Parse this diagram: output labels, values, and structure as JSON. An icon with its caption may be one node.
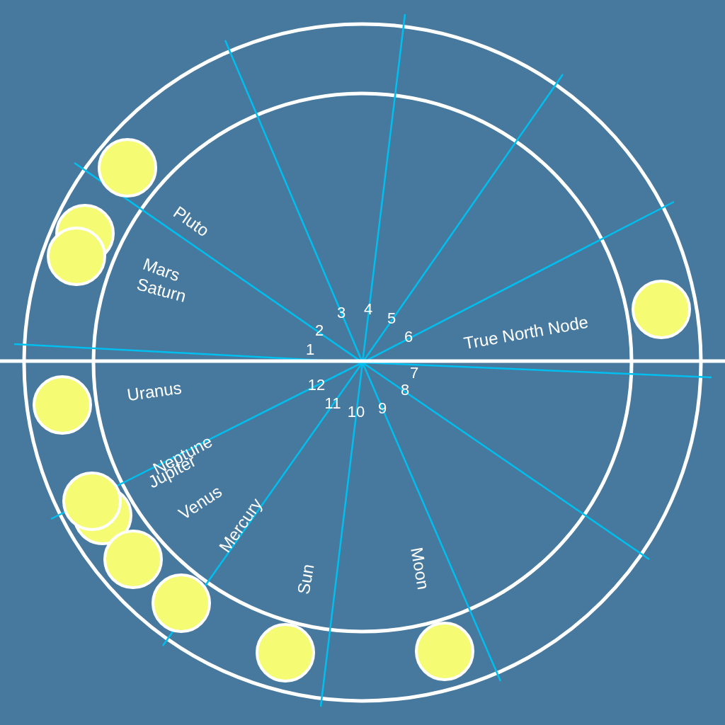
{
  "diagram": {
    "labels": [
      "Pluto",
      "Mars",
      "Saturn",
      "3",
      "4",
      "5",
      "2",
      "6",
      "True North Node",
      "1",
      "7",
      "Uranus",
      "12",
      "8",
      "11",
      "10",
      "9",
      "Neptune",
      "Jupiter",
      "Venus",
      "Mercury",
      "Sun",
      "Moon"
    ]
  }
}
